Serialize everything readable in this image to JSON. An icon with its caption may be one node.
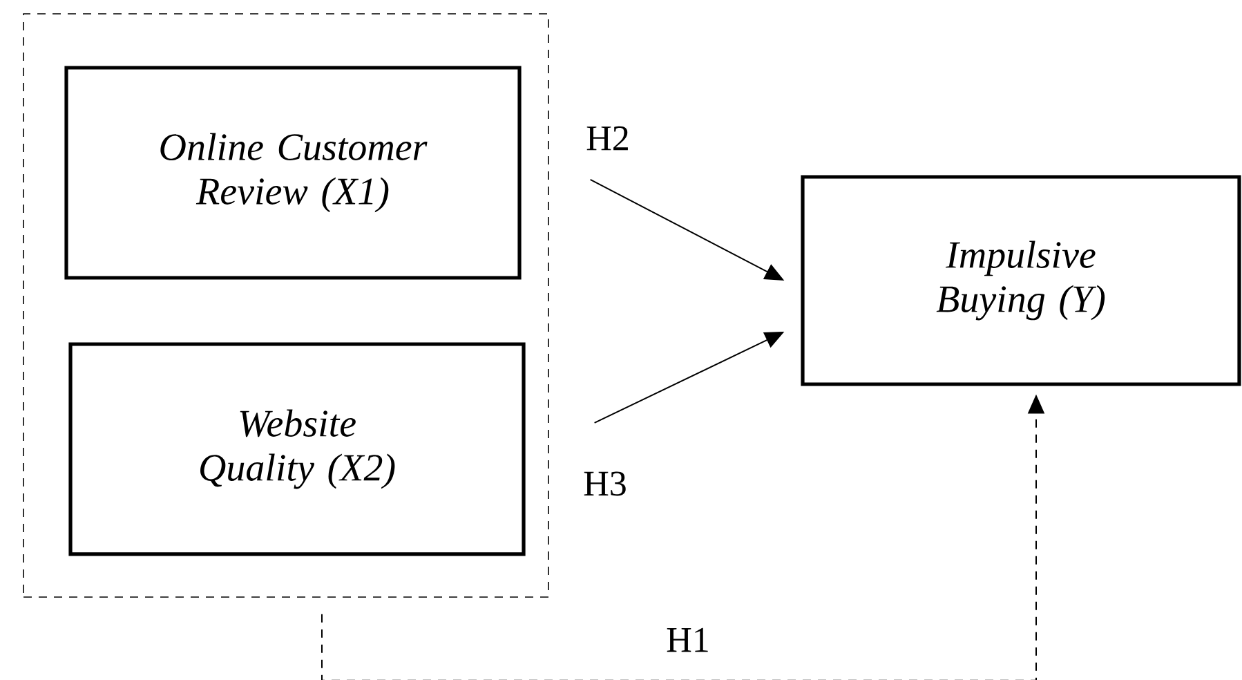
{
  "diagram": {
    "nodes": [
      {
        "text": [],
        "shape": "box"
      },
      {
        "text": [
          "Online Customer Review (X1)"
        ],
        "in": 0
      },
      {
        "text": [
          "Website Quality (X2)"
        ],
        "in": 0
      },
      {
        "text": [
          "Impulsive Buying (Y)"
        ]
      }
    ],
    "edges": [
      {
        "from": 1,
        "to": 3,
        "arrow": "to",
        "label": "H2"
      },
      {
        "from": 2,
        "to": 3,
        "arrow": "to",
        "label": "H3"
      },
      {
        "from": 0,
        "to": 3,
        "arrow": "to",
        "label": "H1",
        "style": "dashed"
      }
    ]
  }
}
